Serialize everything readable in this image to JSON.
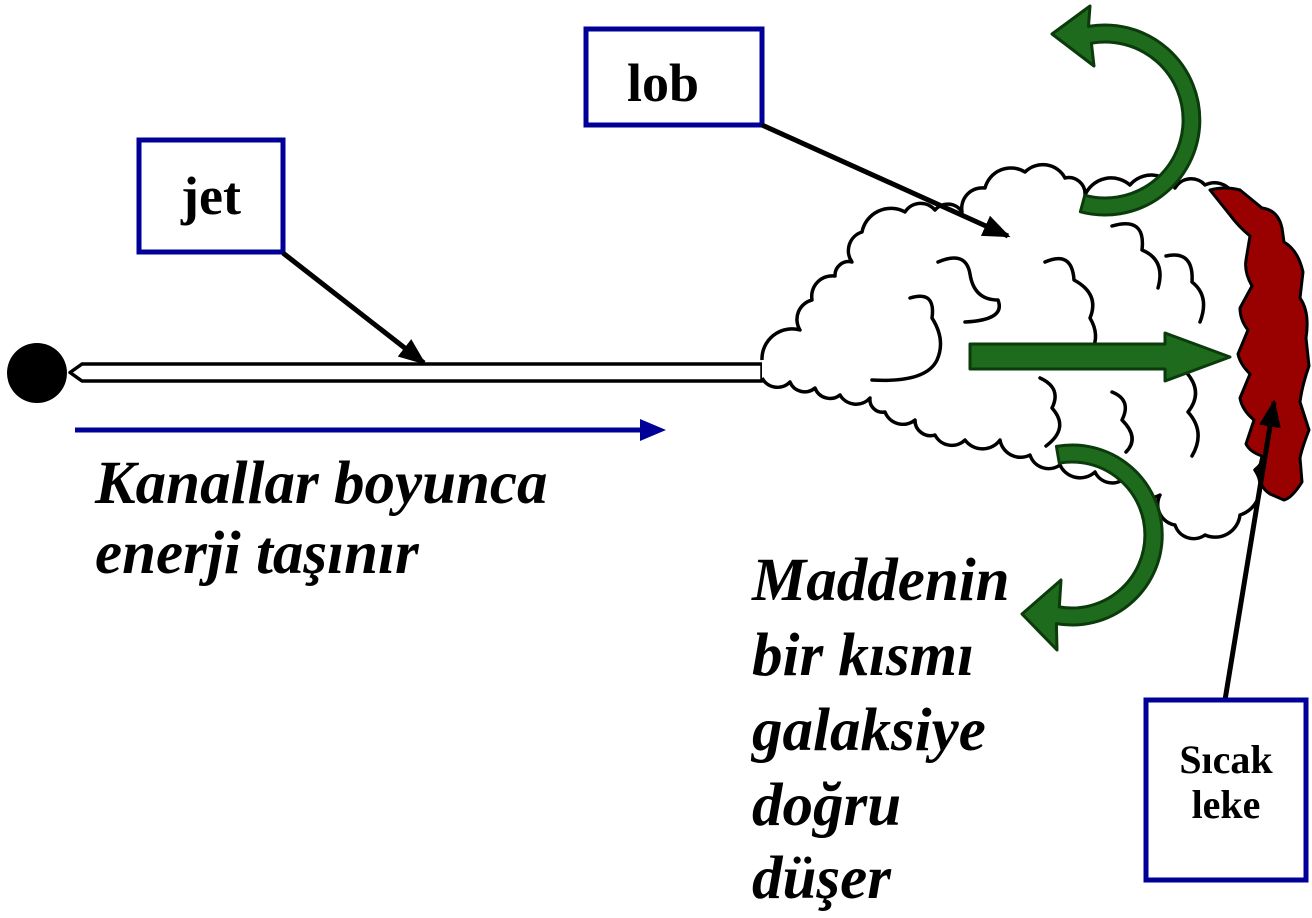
{
  "labels": {
    "jet": "jet",
    "lob": "lob",
    "hot_spot": [
      "Sıcak",
      "leke"
    ]
  },
  "captions": {
    "energy_transport": [
      "Kanallar boyunca",
      "enerji taşınır"
    ],
    "matter_falls": [
      "Maddenin",
      "bir kısmı",
      "galaksiye",
      "doğru",
      "düşer"
    ]
  },
  "colors": {
    "label_box_border": "#000099",
    "energy_arrow": "#000099",
    "flow_arrows": "#1e6b1e",
    "flow_arrows_outline": "#0b3a0b",
    "hot_spot": "#990000",
    "outline": "#000000"
  }
}
